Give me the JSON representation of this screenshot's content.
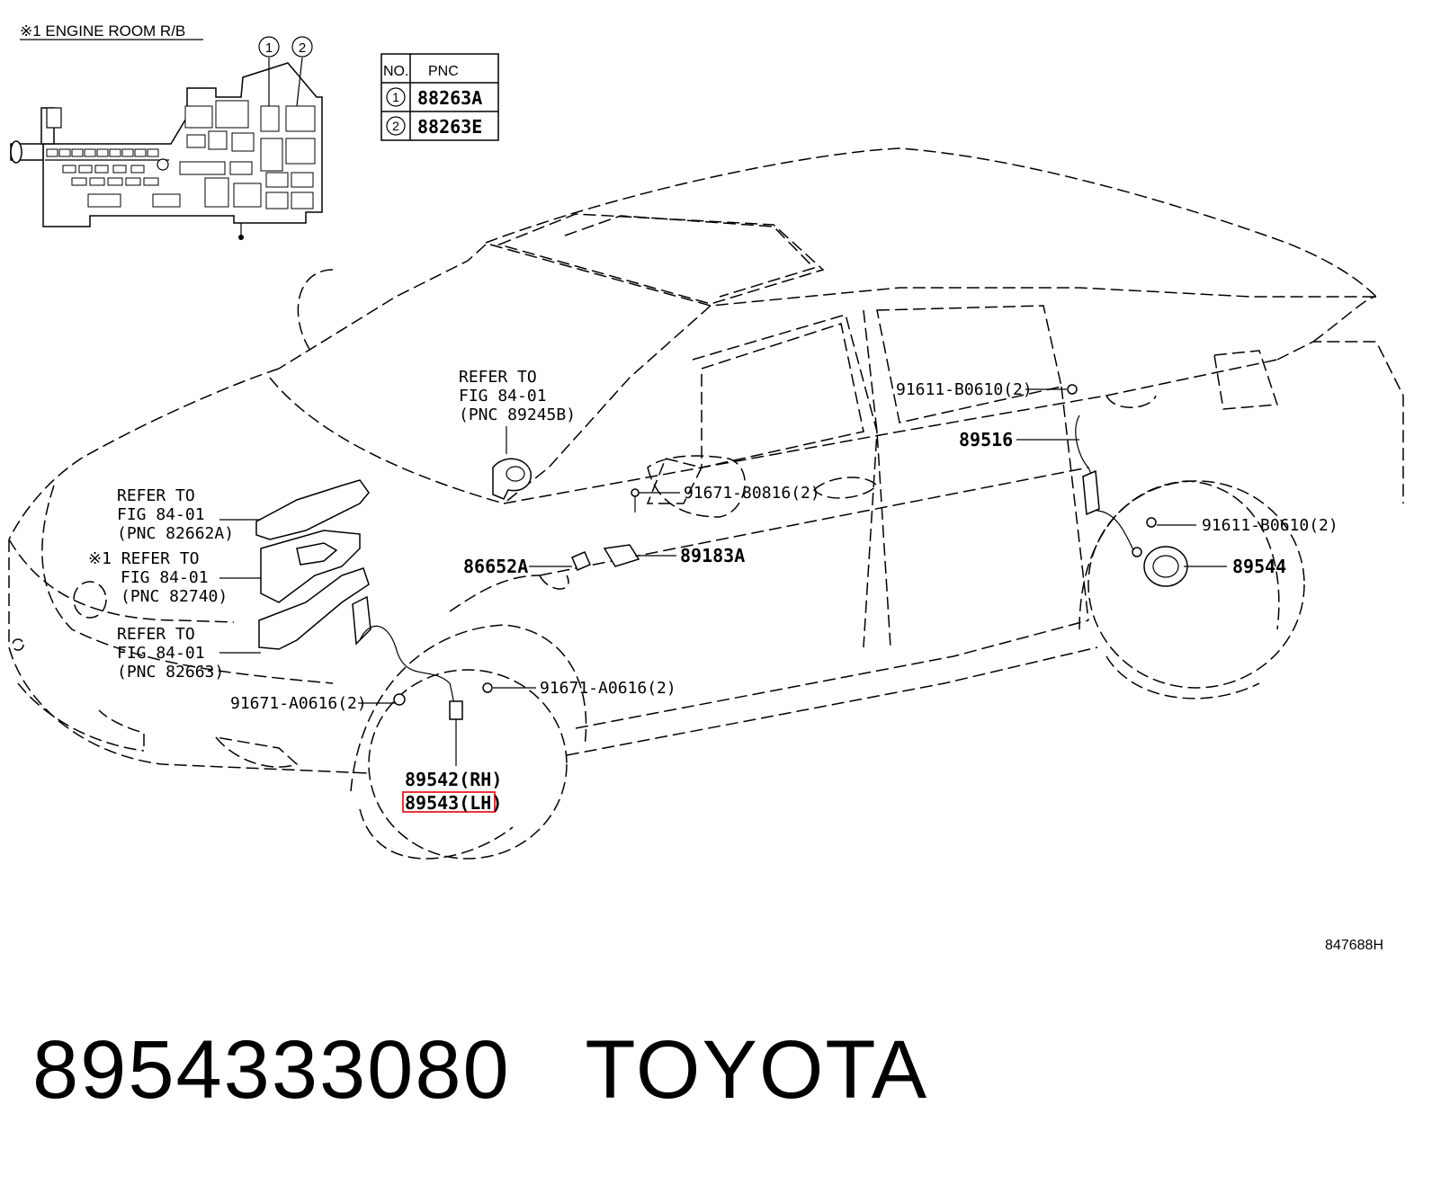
{
  "header": {
    "title": "※1 ENGINE ROOM R/B"
  },
  "pnc_table": {
    "headers": [
      "NO.",
      "PNC"
    ],
    "rows": [
      {
        "no": "1",
        "pnc": "88263A"
      },
      {
        "no": "2",
        "pnc": "88263E"
      }
    ]
  },
  "relay_box_callouts": [
    "1",
    "2"
  ],
  "callouts": {
    "c_89245b": [
      "REFER TO",
      "FIG 84-01",
      "(PNC 89245B)"
    ],
    "c_82662a": [
      "REFER TO",
      "FIG 84-01",
      "(PNC 82662A)"
    ],
    "c_82740": [
      "※1 REFER TO",
      "FIG 84-01",
      "(PNC 82740)"
    ],
    "c_82663": [
      "REFER TO",
      "FIG 84-01",
      "(PNC 82663)"
    ]
  },
  "parts": {
    "p_91611_top": "91611-B0610(2)",
    "p_89516": "89516",
    "p_91671_80816": "91671-80816(2)",
    "p_91611_right": "91611-B0610(2)",
    "p_86652a": "86652A",
    "p_89183a": "89183A",
    "p_89544": "89544",
    "p_91671_a0616_mid": "91671-A0616(2)",
    "p_91671_a0616_left": "91671-A0616(2)",
    "p_89542": "89542(RH)",
    "p_89543": "89543(LH)"
  },
  "highlight_color": "#e8323c",
  "ref_code": "847688H",
  "footer": {
    "part_number": "8954333080",
    "brand": "TOYOTA"
  }
}
